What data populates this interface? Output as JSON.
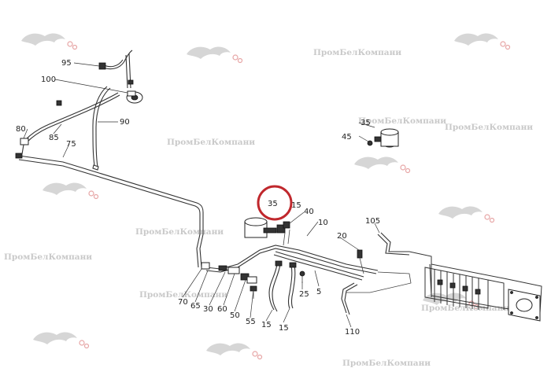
{
  "watermark": {
    "text": "ПромБелКомпани",
    "color": "#c9c9c9",
    "logo_color": "#d6d6d6",
    "logo_accent": "#e7a6a6"
  },
  "highlight": {
    "label": "35",
    "color": "#c0282d"
  },
  "callouts": [
    "95",
    "100",
    "90",
    "80",
    "85",
    "75",
    "35",
    "45",
    "35",
    "40",
    "10",
    "15",
    "105",
    "20",
    "25",
    "5",
    "70",
    "65",
    "30",
    "60",
    "50",
    "55",
    "15",
    "15",
    "110"
  ]
}
